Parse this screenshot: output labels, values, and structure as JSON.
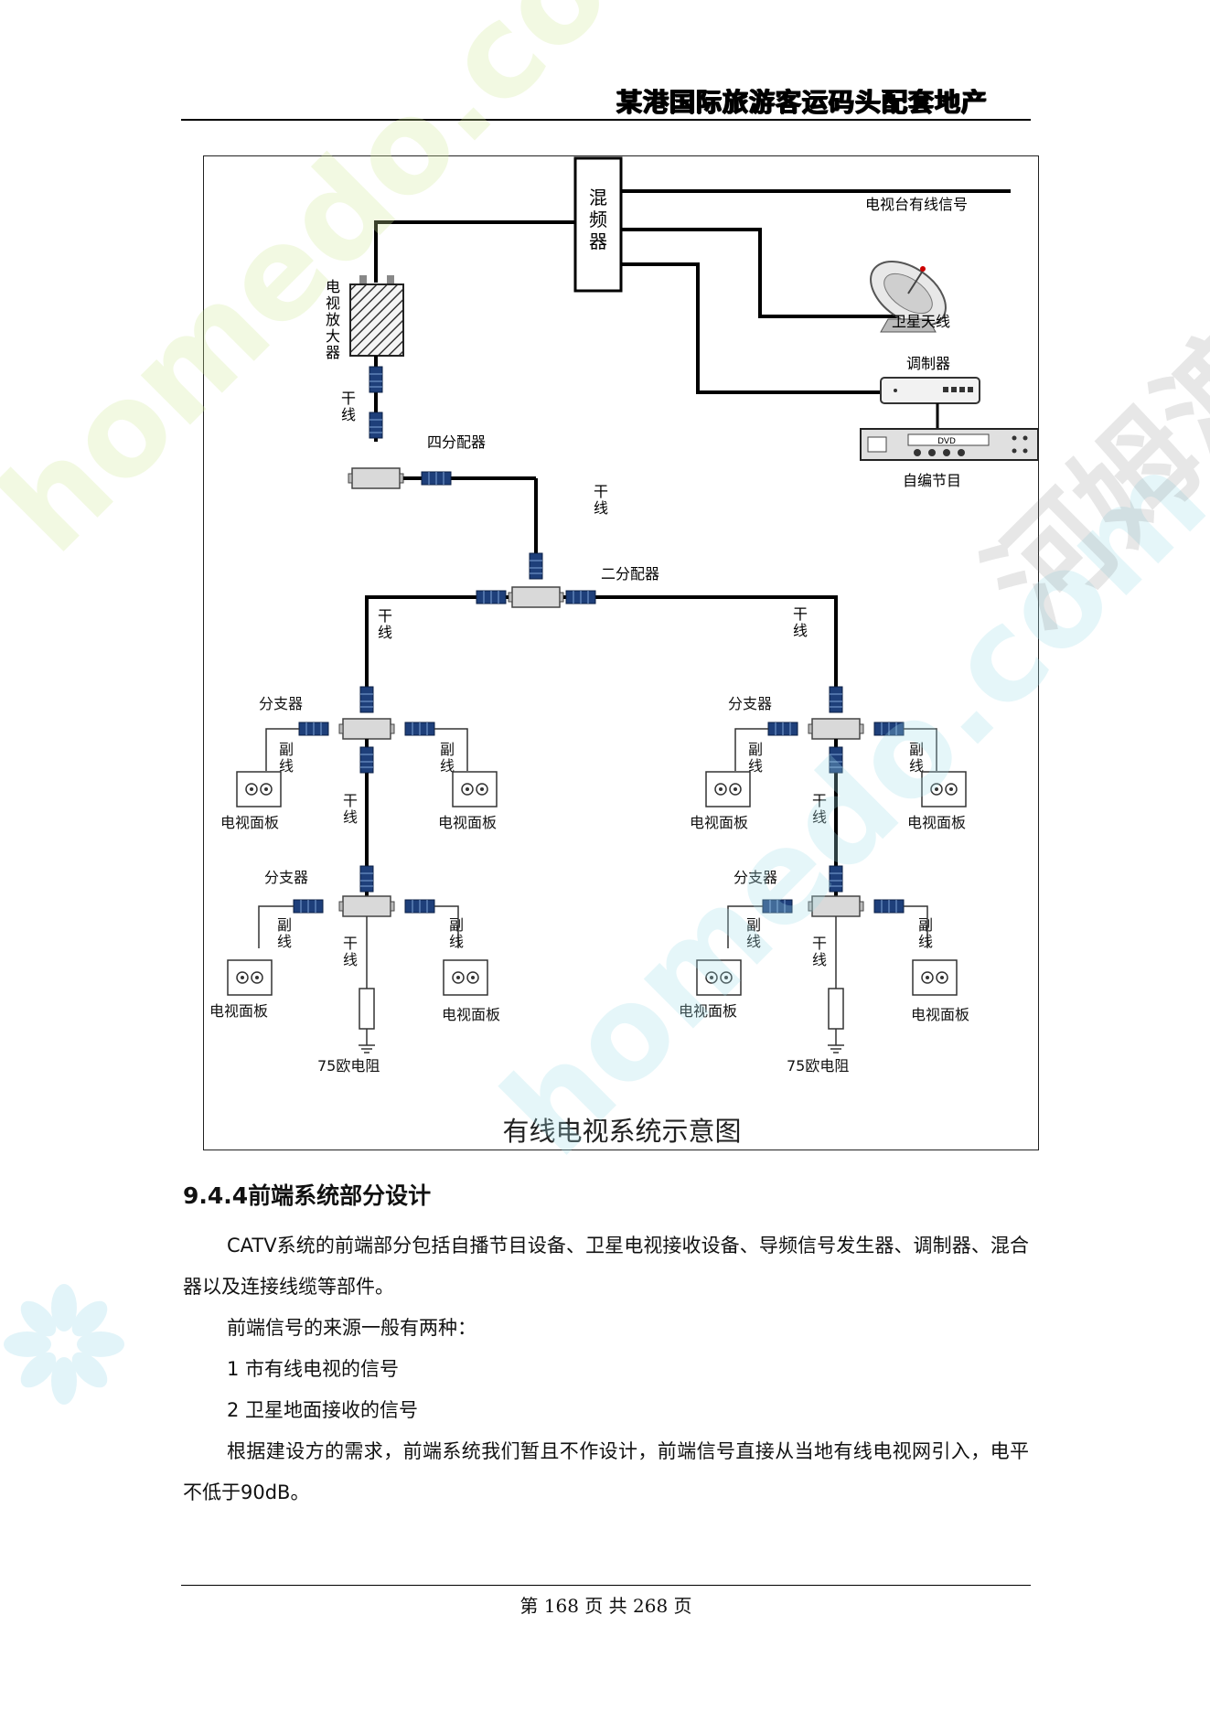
{
  "header": {
    "title": "某港国际旅游客运码头配套地产"
  },
  "figure": {
    "caption": "有线电视系统示意图",
    "labels": {
      "mixer": "混频器",
      "tv_signal": "电视台有线信号",
      "satellite": "卫星天线",
      "modulator": "调制器",
      "self_program": "自编节目",
      "amplifier": "电视放大器",
      "trunk": "干线",
      "four_splitter": "四分配器",
      "two_splitter": "二分配器",
      "tap": "分支器",
      "branch": "副线",
      "tv_panel": "电视面板",
      "resistor": "75欧电阻"
    }
  },
  "section": {
    "heading": "9.4.4前端系统部分设计",
    "paragraphs": [
      "CATV系统的前端部分包括自播节目设备、卫星电视接收设备、导频信号发生器、调制器、混合器以及连接线缆等部件。",
      "前端信号的来源一般有两种：",
      "1 市有线电视的信号",
      "2 卫星地面接收的信号",
      "根据建设方的需求，前端系统我们暂且不作设计，前端信号直接从当地有线电视网引入，电平不低于90dB。"
    ]
  },
  "watermarks": {
    "brand_latin": "homedo.com",
    "brand_cn": "河姆渡"
  },
  "footer": {
    "page_text": "第 168 页 共 268 页"
  }
}
